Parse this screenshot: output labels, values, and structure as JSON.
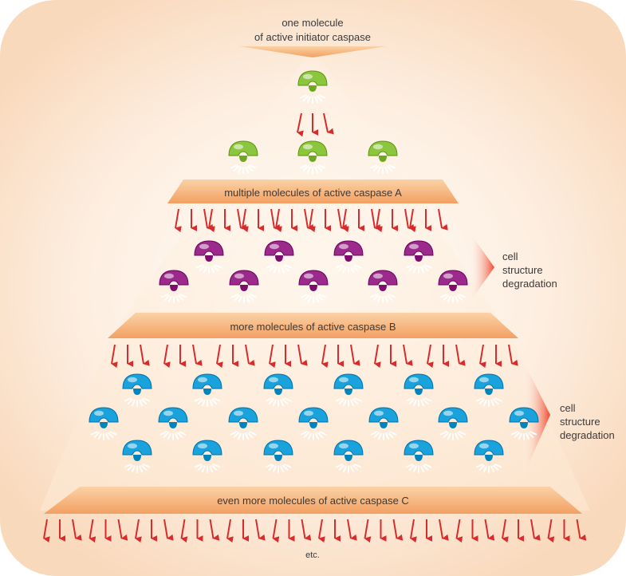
{
  "title": {
    "line1": "one molecule",
    "line2": "of active initiator caspase"
  },
  "tiers": [
    {
      "label": "multiple molecules of active caspase A"
    },
    {
      "label": "more molecules of active caspase B"
    },
    {
      "label": "even more molecules of active caspase C"
    }
  ],
  "side_labels": [
    {
      "line1": "cell",
      "line2": "structure",
      "line3": "degradation"
    },
    {
      "line1": "cell",
      "line2": "structure",
      "line3": "degradation"
    }
  ],
  "footer": "etc.",
  "colors": {
    "initiator": "#8cc63f",
    "caspase_a": "#8cc63f",
    "caspase_b": "#9c2a8c",
    "caspase_c": "#1aa2dc",
    "arrow": "#d82b2b",
    "band": "#f4a565",
    "pointer": "#ef5a3c"
  }
}
